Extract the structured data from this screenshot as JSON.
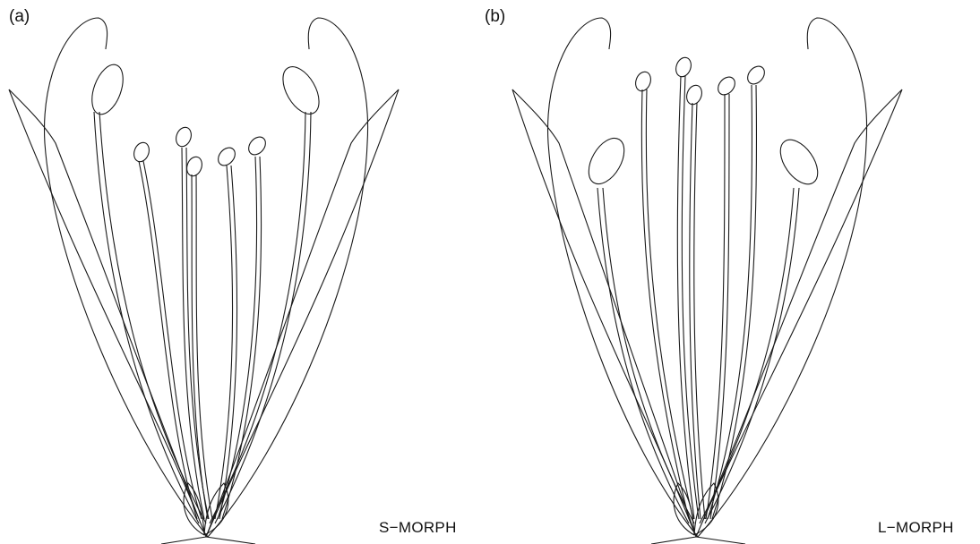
{
  "figure": {
    "panels": [
      {
        "panel_label": "(a)",
        "morph_label": "S−MORPH",
        "style_type": "short-style",
        "stamens": "long"
      },
      {
        "panel_label": "(b)",
        "morph_label": "L−MORPH",
        "style_type": "long-style",
        "stamens": "short"
      }
    ],
    "line_color": "#1a1a1a",
    "background": "#ffffff"
  }
}
